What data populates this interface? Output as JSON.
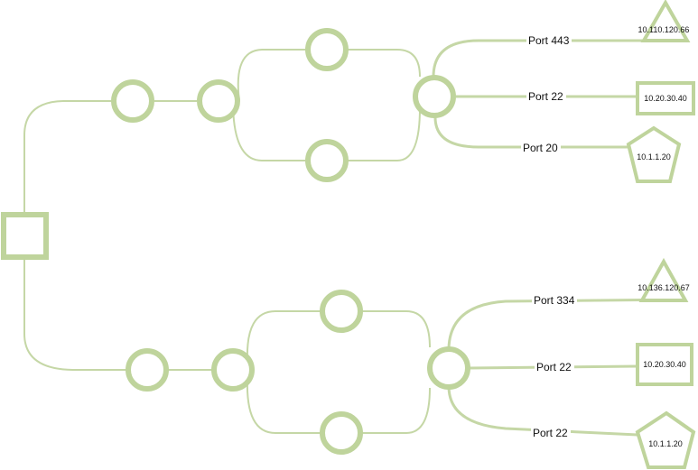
{
  "diagram": {
    "colors": {
      "node_stroke": "#bfd49c",
      "edge": "#c5d7a6",
      "text": "#111111"
    },
    "top_group": {
      "routes": [
        {
          "port": "Port 443",
          "target": {
            "shape": "triangle",
            "ip": "10.110.120.66"
          }
        },
        {
          "port": "Port 22",
          "target": {
            "shape": "square",
            "ip": "10.20.30.40"
          }
        },
        {
          "port": "Port 20",
          "target": {
            "shape": "pentagon",
            "ip": "10.1.1.20"
          }
        }
      ]
    },
    "bottom_group": {
      "routes": [
        {
          "port": "Port 334",
          "target": {
            "shape": "triangle",
            "ip": "10.136.120.67"
          }
        },
        {
          "port": "Port 22",
          "target": {
            "shape": "square",
            "ip": "10.20.30.40"
          }
        },
        {
          "port": "Port 22",
          "target": {
            "shape": "pentagon",
            "ip": "10.1.1.20"
          }
        }
      ]
    }
  }
}
